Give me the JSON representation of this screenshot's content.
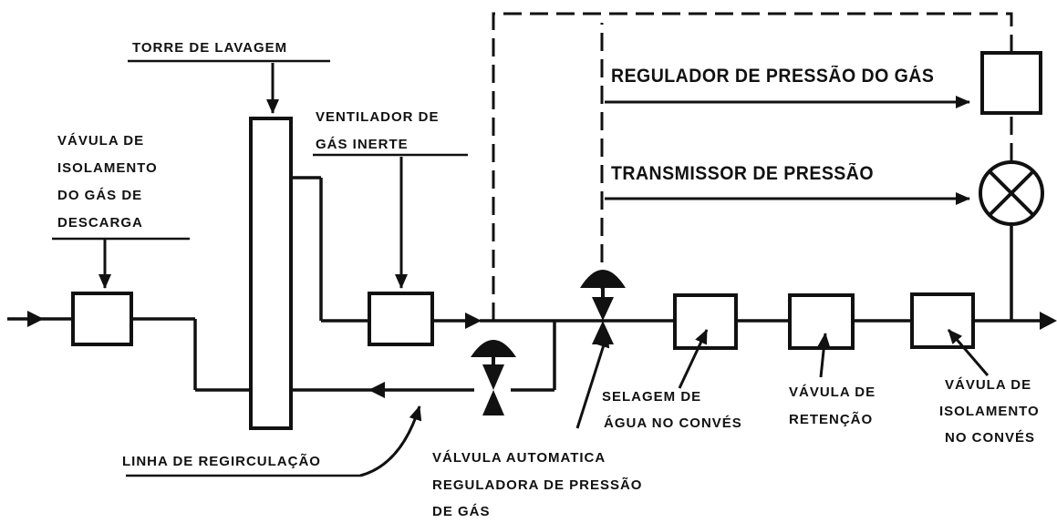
{
  "labels": {
    "scrubber": "TORRE DE LAVAGEM",
    "discharge_valve": [
      "VÁVULA DE",
      "ISOLAMENTO",
      "DO GÁS DE",
      "DESCARGA"
    ],
    "blower": [
      "VENTILADOR DE",
      "GÁS INERTE"
    ],
    "pressure_regulator": "REGULADOR DE PRESSÃO DO GÁS",
    "pressure_transmitter": "TRANSMISSOR DE PRESSÃO",
    "recirculation_line": "LINHA DE REGIRCULAÇÃO",
    "auto_valve": [
      "VÁLVULA AUTOMATICA",
      "REGULADORA DE PRESSÃO",
      "DE GÁS"
    ],
    "deck_seal": [
      "SELAGEM  DE",
      "ÁGUA NO CONVÉS"
    ],
    "check_valve": [
      "VÁVULA DE",
      "RETENÇÃO"
    ],
    "deck_isolation_valve": [
      "VÁVULA DE",
      "ISOLAMENTO",
      "NO CONVÉS"
    ]
  }
}
